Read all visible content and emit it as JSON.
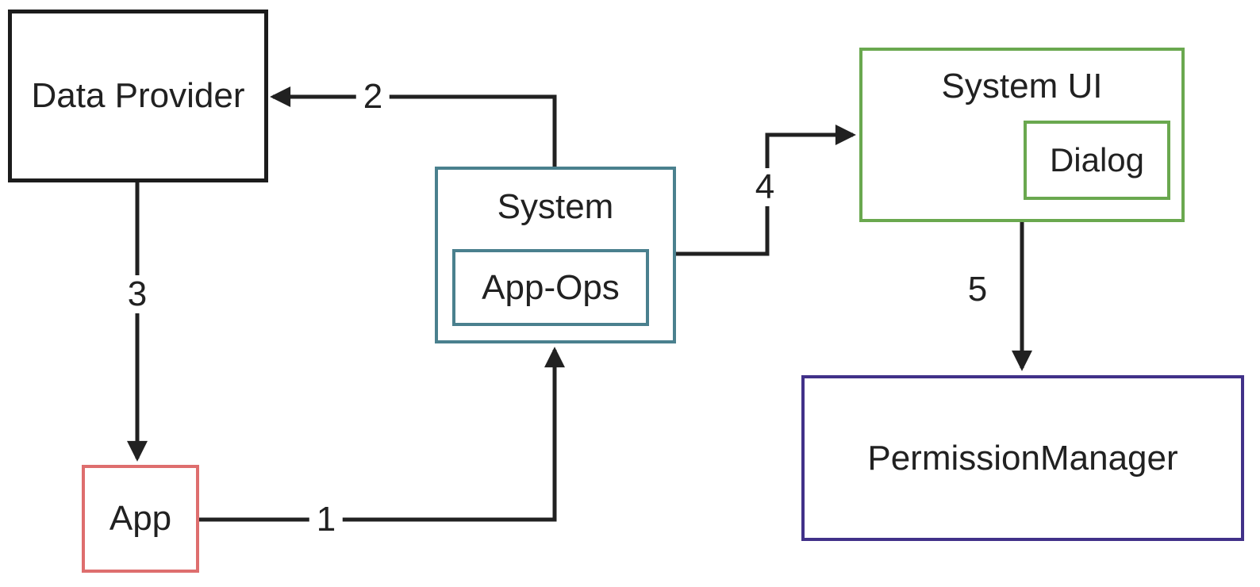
{
  "diagram": {
    "nodes": {
      "data_provider": {
        "label": "Data Provider",
        "border_color": "#1c1c1c"
      },
      "app": {
        "label": "App",
        "border_color": "#de6e6e"
      },
      "system": {
        "label": "System",
        "border_color": "#4a808e"
      },
      "app_ops": {
        "label": "App-Ops",
        "border_color": "#4a808e"
      },
      "system_ui": {
        "label": "System UI",
        "border_color": "#6aa84f"
      },
      "dialog": {
        "label": "Dialog",
        "border_color": "#6aa84f"
      },
      "permission_manager": {
        "label": "PermissionManager",
        "border_color": "#413189"
      }
    },
    "connectors": [
      {
        "label": "1",
        "from": "App",
        "to": "System"
      },
      {
        "label": "2",
        "from": "System",
        "to": "Data Provider"
      },
      {
        "label": "3",
        "from": "Data Provider",
        "to": "App"
      },
      {
        "label": "4",
        "from": "System",
        "to": "System UI"
      },
      {
        "label": "5",
        "from": "System UI",
        "to": "PermissionManager"
      }
    ],
    "colors": {
      "line": "#212121",
      "text": "#212121",
      "background": "#ffffff"
    }
  }
}
